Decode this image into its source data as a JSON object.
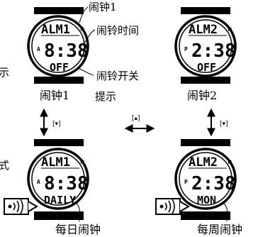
{
  "watch_top_left": {
    "mode": "ALM1",
    "hour_marker": "A",
    "time": "8:38",
    "status": "OFF",
    "caption": "闹钟1"
  },
  "watch_top_right": {
    "mode": "ALM2",
    "hour_marker": "P",
    "time": "2:38",
    "status": "OFF",
    "caption": "闹钟2"
  },
  "watch_bottom_left": {
    "mode": "ALM1",
    "hour_marker": "A",
    "time": "8:38",
    "status": "DAILY",
    "caption": "每日闹钟"
  },
  "watch_bottom_right": {
    "mode": "ALM2",
    "hour_marker": "P",
    "time": "2:38",
    "status": "MON",
    "caption": "每周闹钟"
  },
  "callouts": {
    "alarm": "闹钟1",
    "alarm_time": "闹铃时间",
    "alarm_switch": "闹铃开关",
    "hint": "提示"
  },
  "edge_left_top": "示",
  "edge_left_bottom": "式",
  "buttons": {
    "left_down": "[▾]",
    "center_up": "[▴]",
    "right_down": "[▾]"
  }
}
